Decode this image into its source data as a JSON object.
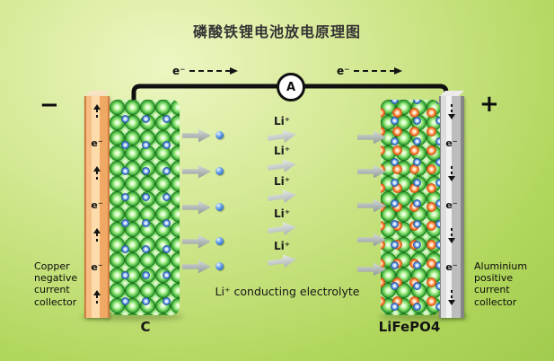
{
  "title": "磷酸铁锂电池放电原理图",
  "circuit": {
    "ammeter_label": "A",
    "electron_flow_left": "e⁻",
    "electron_flow_right": "e⁻"
  },
  "terminals": {
    "negative": "−",
    "positive": "+"
  },
  "left_collector": {
    "caption": "Copper negative current collector",
    "electrons": [
      "e⁻",
      "e⁻",
      "e⁻"
    ]
  },
  "right_collector": {
    "caption": "Aluminium positive current collector",
    "electrons": [
      "e⁻",
      "e⁻",
      "e⁻"
    ]
  },
  "electrodes": {
    "negative_label": "C",
    "positive_label": "LiFePO4"
  },
  "electrolyte": {
    "ions": [
      "Li⁺",
      "Li⁺",
      "Li⁺",
      "Li⁺",
      "Li⁺"
    ],
    "caption": "Li⁺ conducting electrolyte"
  },
  "colors": {
    "background_green": "#aad355",
    "copper": "#f2b27a",
    "aluminium": "#c9c9c9",
    "graphite_sphere": "#3aa63a",
    "lithium_ion_sphere": "#2f6fd0",
    "iron_phosphate_sphere": "#e8581a"
  }
}
